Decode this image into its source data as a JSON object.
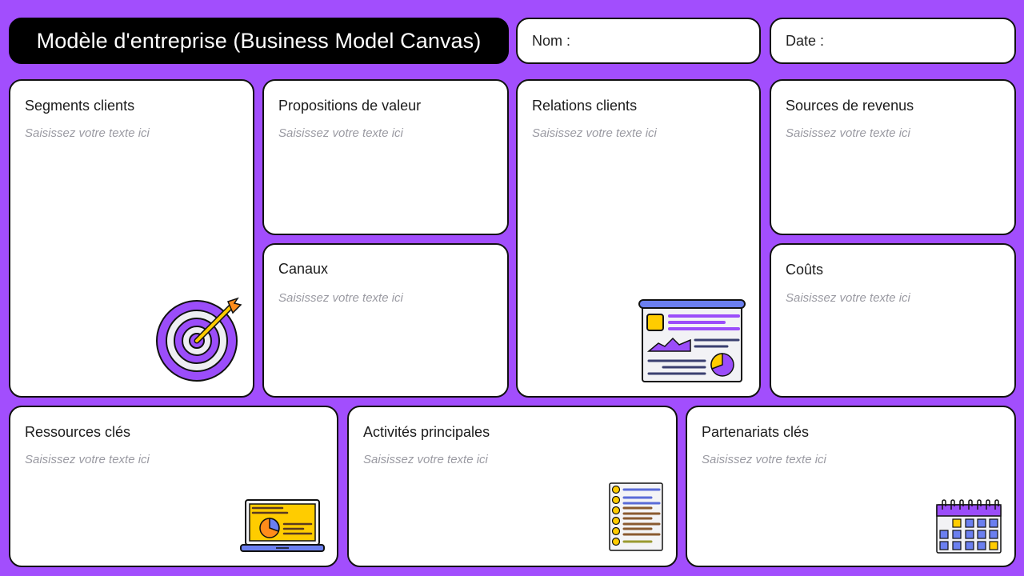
{
  "header": {
    "title": "Modèle d'entreprise (Business Model Canvas)",
    "name_label": "Nom :",
    "date_label": "Date :"
  },
  "colors": {
    "background": "#a24efd",
    "title_bg": "#000000",
    "card_bg": "#ffffff",
    "accent_purple": "#9b4dfa",
    "accent_yellow": "#ffcc00",
    "accent_blue": "#6b7ff0",
    "accent_orange": "#ff8c1a"
  },
  "placeholder": "Saisissez votre texte ici",
  "cards": {
    "segments": {
      "title": "Segments clients",
      "placeholder": "Saisissez votre texte ici",
      "icon": "target-icon"
    },
    "propositions": {
      "title": "Propositions de valeur",
      "placeholder": "Saisissez votre texte ici"
    },
    "canaux": {
      "title": "Canaux",
      "placeholder": "Saisissez votre texte ici"
    },
    "relations": {
      "title": "Relations clients",
      "placeholder": "Saisissez votre texte ici",
      "icon": "dashboard-icon"
    },
    "revenus": {
      "title": "Sources de revenus",
      "placeholder": "Saisissez votre texte ici"
    },
    "couts": {
      "title": "Coûts",
      "placeholder": "Saisissez votre texte ici"
    },
    "ressources": {
      "title": "Ressources clés",
      "placeholder": "Saisissez votre texte ici",
      "icon": "laptop-chart-icon"
    },
    "activites": {
      "title": "Activités principales",
      "placeholder": "Saisissez votre texte ici",
      "icon": "checklist-icon"
    },
    "partenariats": {
      "title": "Partenariats clés",
      "placeholder": "Saisissez votre texte ici",
      "icon": "calendar-icon"
    }
  }
}
